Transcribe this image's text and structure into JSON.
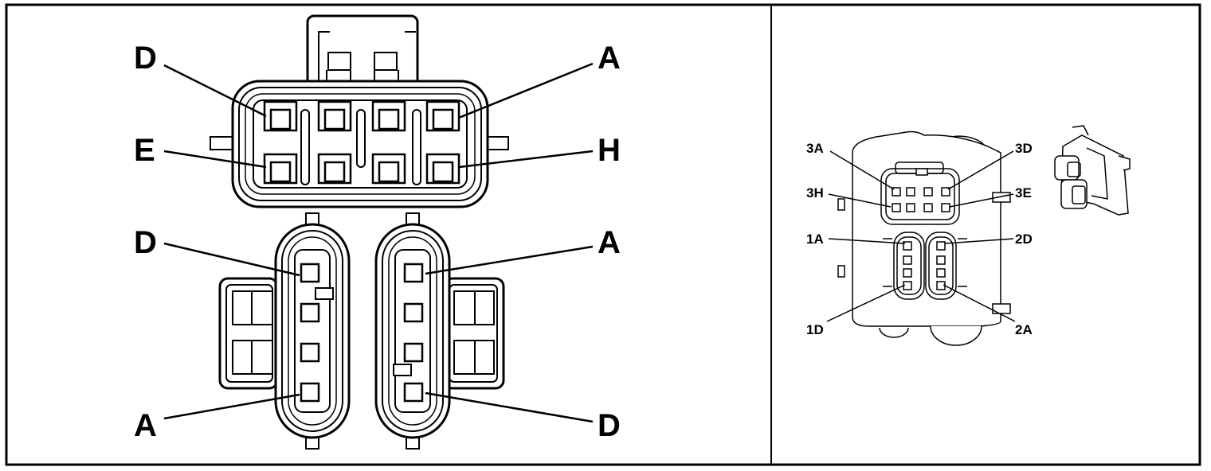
{
  "left_panel": {
    "top_connector": {
      "label_top_left": "D",
      "label_top_right": "A",
      "label_bottom_left": "E",
      "label_bottom_right": "H"
    },
    "left_connector": {
      "label_top": "D",
      "label_bottom": "A"
    },
    "right_connector": {
      "label_top": "A",
      "label_bottom": "D"
    }
  },
  "right_panel": {
    "labels": {
      "3A": "3A",
      "3D": "3D",
      "3H": "3H",
      "3E": "3E",
      "1A": "1A",
      "2D": "2D",
      "1D": "1D",
      "2A": "2A"
    }
  }
}
